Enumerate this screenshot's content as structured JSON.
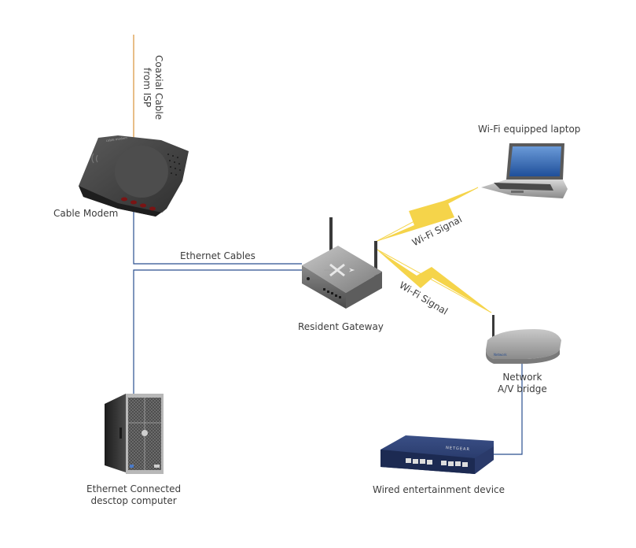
{
  "diagram": {
    "title": "Home network diagram",
    "colors": {
      "coax": "#d8923a",
      "ethernet": "#2a4f8f",
      "wifi": "#f5d44a",
      "label_text": "#3c3c3c"
    },
    "nodes": {
      "cable_modem": {
        "label": "Cable Modem"
      },
      "gateway": {
        "label": "Resident Gateway"
      },
      "laptop": {
        "label": "Wi-Fi equipped laptop"
      },
      "av_bridge": {
        "label_line1": "Network",
        "label_line2": "A/V bridge"
      },
      "switch": {
        "label": "Wired entertainment device",
        "brand": "NETGEAR"
      },
      "desktop": {
        "label_line1": "Ethernet Connected",
        "label_line2": "desctop computer"
      }
    },
    "connections": {
      "coax": {
        "label_line1": "Coaxial Cable",
        "label_line2": "from ISP"
      },
      "ethernet": {
        "label": "Ethernet Cables"
      },
      "wifi_laptop": {
        "label": "Wi-Fi Signal"
      },
      "wifi_bridge": {
        "label": "Wi-Fi Signal"
      }
    }
  }
}
